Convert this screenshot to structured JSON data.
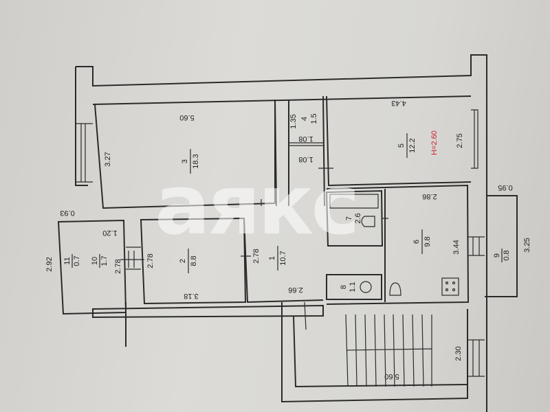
{
  "plan": {
    "ceiling_height": "H=2.60",
    "watermark": "аякс",
    "colors": {
      "lines": "#2a2a2a",
      "height_label": "#d02030",
      "paper": "#d6d5d1"
    },
    "rooms": [
      {
        "number": "1",
        "area": "10.7"
      },
      {
        "number": "2",
        "area": "8.8"
      },
      {
        "number": "3",
        "area": "18.3"
      },
      {
        "number": "4",
        "area": "1.5"
      },
      {
        "number": "5",
        "area": "12.2"
      },
      {
        "number": "6",
        "area": "9.8"
      },
      {
        "number": "7",
        "area": "2.6"
      },
      {
        "number": "8",
        "area": "1.1"
      },
      {
        "number": "9",
        "area": "0.8"
      },
      {
        "number": "10",
        "area": "1.7"
      },
      {
        "number": "11",
        "area": "0.7"
      }
    ],
    "dimensions": {
      "room3_long": "5.60",
      "room3_short": "3.27",
      "room4_a": "1.35",
      "room4_b": "1.08",
      "room4_c": "1.08",
      "room5_long": "4.43",
      "room5_short": "2.75",
      "room6_long": "2.86",
      "room6_short": "3.44",
      "room9_a": "0.95",
      "room9_b": "3.25",
      "room2_a": "2.78",
      "room2_b": "3.18",
      "room1_a": "2.78",
      "room1_b": "2.66",
      "room10_a": "2.78",
      "room10_b": "1.20",
      "room11_a": "2.92",
      "room11_b": "0.93",
      "stair_long": "5.60",
      "stair_short": "2.30"
    }
  }
}
